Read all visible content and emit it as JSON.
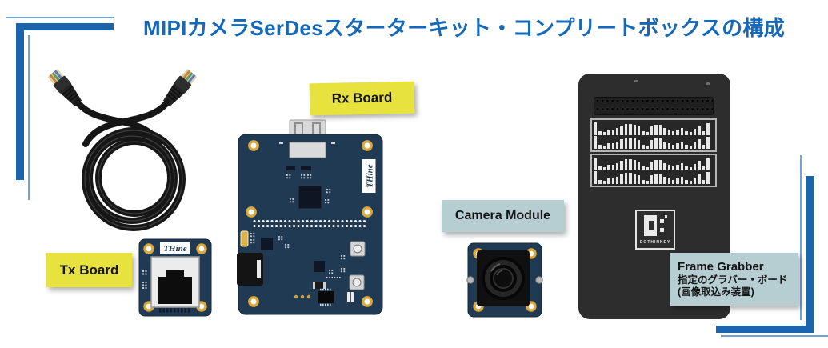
{
  "title": "MIPIカメラSerDesスターターキット・コンプリートボックスの構成",
  "labels": {
    "tx_board": "Tx Board",
    "rx_board": "Rx Board",
    "camera_module": "Camera Module",
    "frame_grabber_title": "Frame Grabber",
    "frame_grabber_line2": "指定のグラバー・ボード",
    "frame_grabber_line3": "(画像取込み装置)"
  },
  "logos": {
    "thine": "THine",
    "dothinkey": "DOTHINKEY"
  },
  "colors": {
    "title_text": "#1569b8",
    "accent_dark_blue": "#1b64ae",
    "accent_light_blue": "#6fa3d8",
    "note_yellow": "#e7e23e",
    "note_blue_gray": "#b6ced2",
    "pcb_navy": "#203a53",
    "grabber_black": "#2d2d2d",
    "hole_gold": "#d9a93f"
  }
}
